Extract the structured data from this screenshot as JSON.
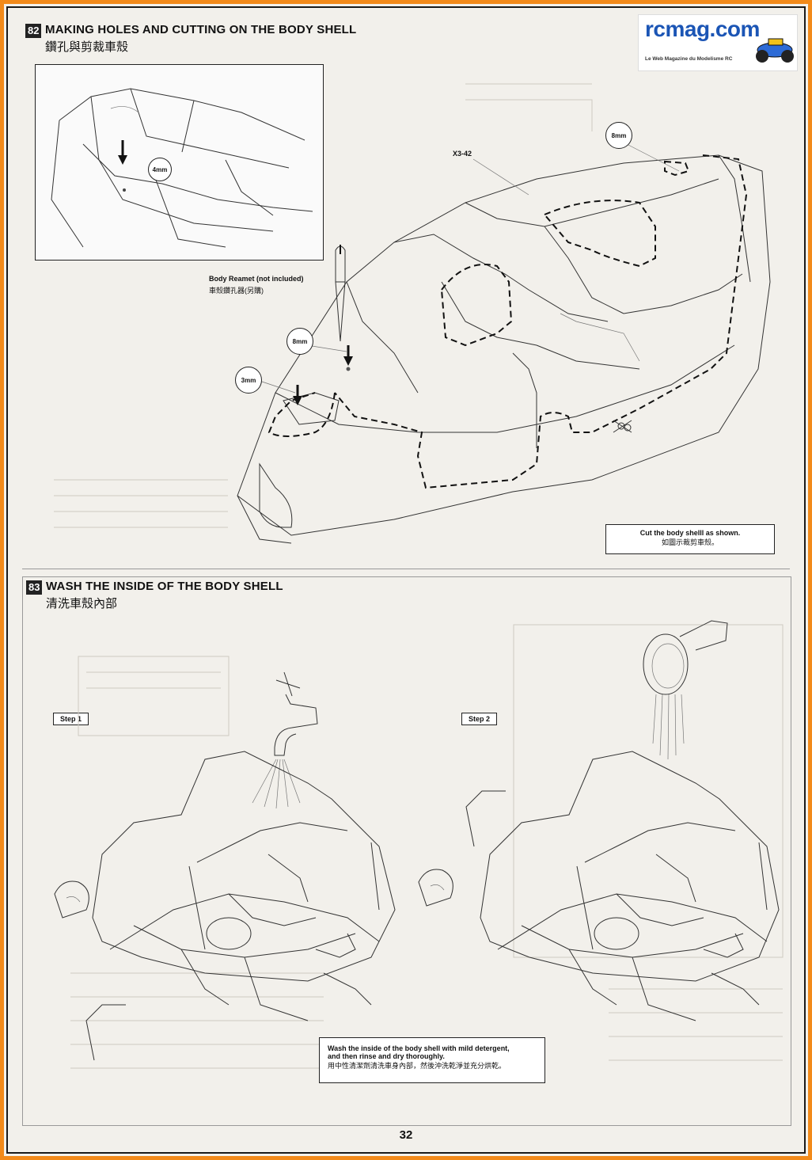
{
  "logo": {
    "text": "rcmag.com",
    "subtitle": "Le Web Magazine du Modelisme RC"
  },
  "step82": {
    "number": "82",
    "title_en": "MAKING HOLES AND CUTTING ON THE BODY SHELL",
    "title_zh": "鑽孔與剪裁車殼",
    "inset_hole": "4mm",
    "part_label": "X3-42",
    "hole_large": "8mm",
    "hole_front_upper": "8mm",
    "hole_front_lower": "3mm",
    "tool_label_en": "Body Reamet (not included)",
    "tool_label_zh": "車殼鑽孔器(另購)",
    "note_en": "Cut the body shelll as shown.",
    "note_zh": "如圖示裁剪車殼。"
  },
  "step83": {
    "number": "83",
    "title_en": "WASH THE INSIDE OF THE BODY SHELL",
    "title_zh": "清洗車殼內部",
    "step1_label": "Step 1",
    "step2_label": "Step 2",
    "note_en_line1": "Wash the inside of the body shell with mild detergent,",
    "note_en_line2": "and then rinse and dry thoroughly.",
    "note_zh": "用中性清潔劑清洗車身內部，然後沖洗乾淨並充分烘乾。"
  },
  "page_number": "32"
}
